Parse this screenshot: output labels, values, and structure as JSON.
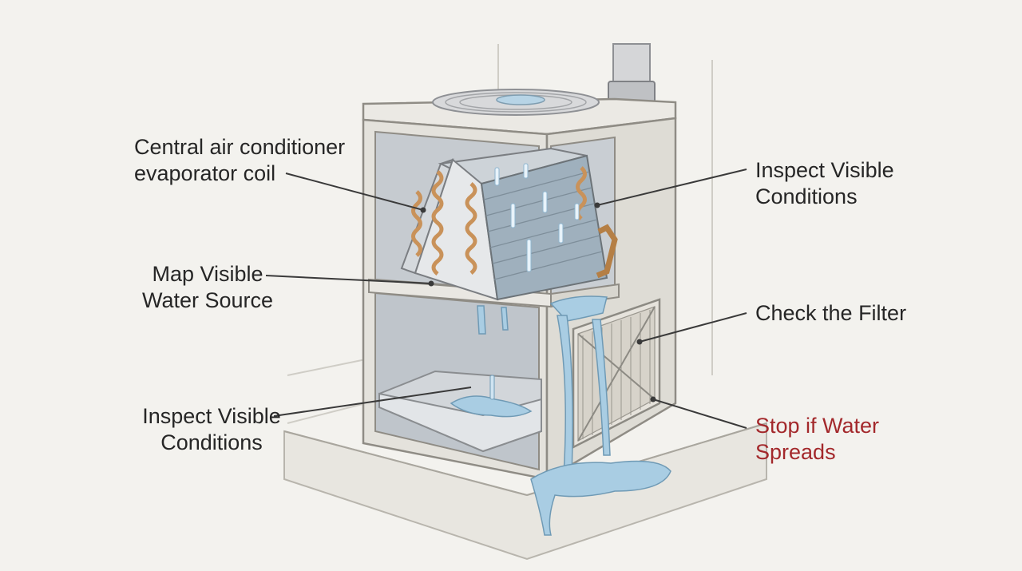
{
  "labels": {
    "coil": {
      "line1": "Central air conditioner",
      "line2": "evaporator coil"
    },
    "map_water": {
      "line1": "Map Visible",
      "line2": "Water Source"
    },
    "pan_conditions": {
      "line1": "Inspect Visible",
      "line2": "Conditions"
    },
    "coil_conditions": {
      "line1": "Inspect Visible",
      "line2": "Conditions"
    },
    "filter": {
      "line1": "Check the Filter"
    },
    "stop": {
      "line1": "Stop if Water",
      "line2": "Spreads"
    }
  },
  "colors": {
    "background": "#f3f2ee",
    "text": "#262626",
    "warning": "#a3282b",
    "cabinet": "#e4e2dc",
    "water": "#a9cde3",
    "copper": "#c9925a"
  }
}
